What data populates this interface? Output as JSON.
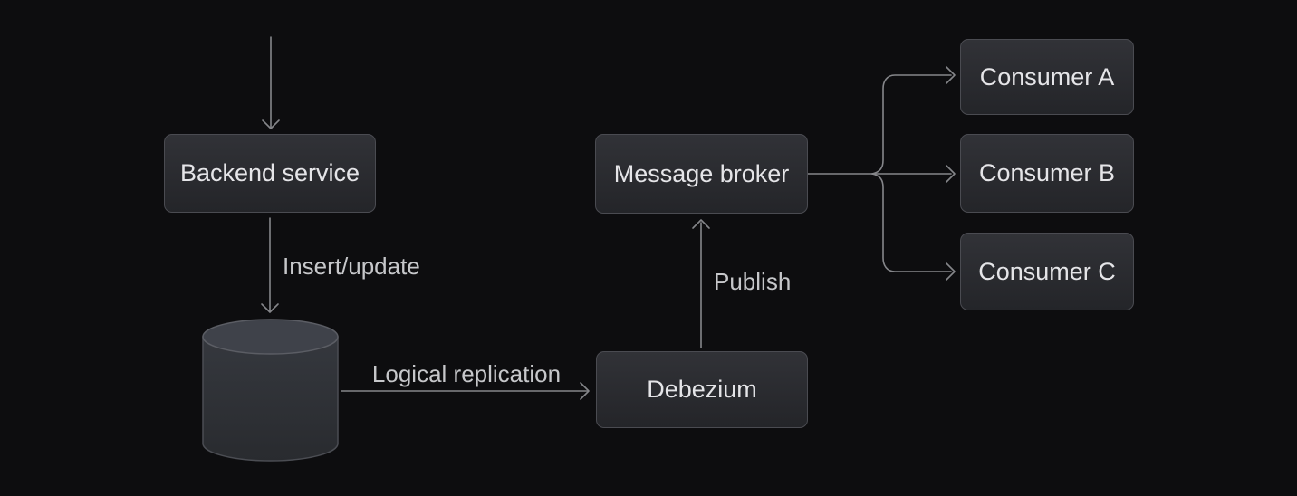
{
  "diagram_title": "",
  "nodes": {
    "backend_service": {
      "label": "Backend service"
    },
    "message_broker": {
      "label": "Message broker"
    },
    "debezium": {
      "label": "Debezium"
    },
    "consumer_a": {
      "label": "Consumer A"
    },
    "consumer_b": {
      "label": "Consumer B"
    },
    "consumer_c": {
      "label": "Consumer C"
    },
    "database": {
      "label": "",
      "icon": "database-cylinder-icon"
    }
  },
  "edge_labels": {
    "insert_update": "Insert/update",
    "logical_replication": "Logical replication",
    "publish": "Publish"
  },
  "edges": [
    {
      "from": "external",
      "to": "Backend service",
      "label": "",
      "direction": "down"
    },
    {
      "from": "Backend service",
      "to": "database",
      "label": "Insert/update",
      "direction": "down"
    },
    {
      "from": "database",
      "to": "Debezium",
      "label": "Logical replication",
      "direction": "right"
    },
    {
      "from": "Debezium",
      "to": "Message broker",
      "label": "Publish",
      "direction": "up"
    },
    {
      "from": "Message broker",
      "to": "Consumer A",
      "label": "",
      "direction": "right"
    },
    {
      "from": "Message broker",
      "to": "Consumer B",
      "label": "",
      "direction": "right"
    },
    {
      "from": "Message broker",
      "to": "Consumer C",
      "label": "",
      "direction": "right"
    }
  ],
  "colors": {
    "background": "#0d0d0f",
    "node_fill_top": "#313237",
    "node_fill_bottom": "#242529",
    "node_border": "#4a4b51",
    "node_text": "#e5e5e8",
    "arrow_line": "#85868a",
    "edge_label_text": "#c6c7ca",
    "cylinder_top_fill": "#3f424a",
    "cylinder_body_top": "#35383e",
    "cylinder_body_bottom": "#292b2f",
    "cylinder_outline": "#4b4d53",
    "cylinder_top_outline": "#5b5d64"
  }
}
